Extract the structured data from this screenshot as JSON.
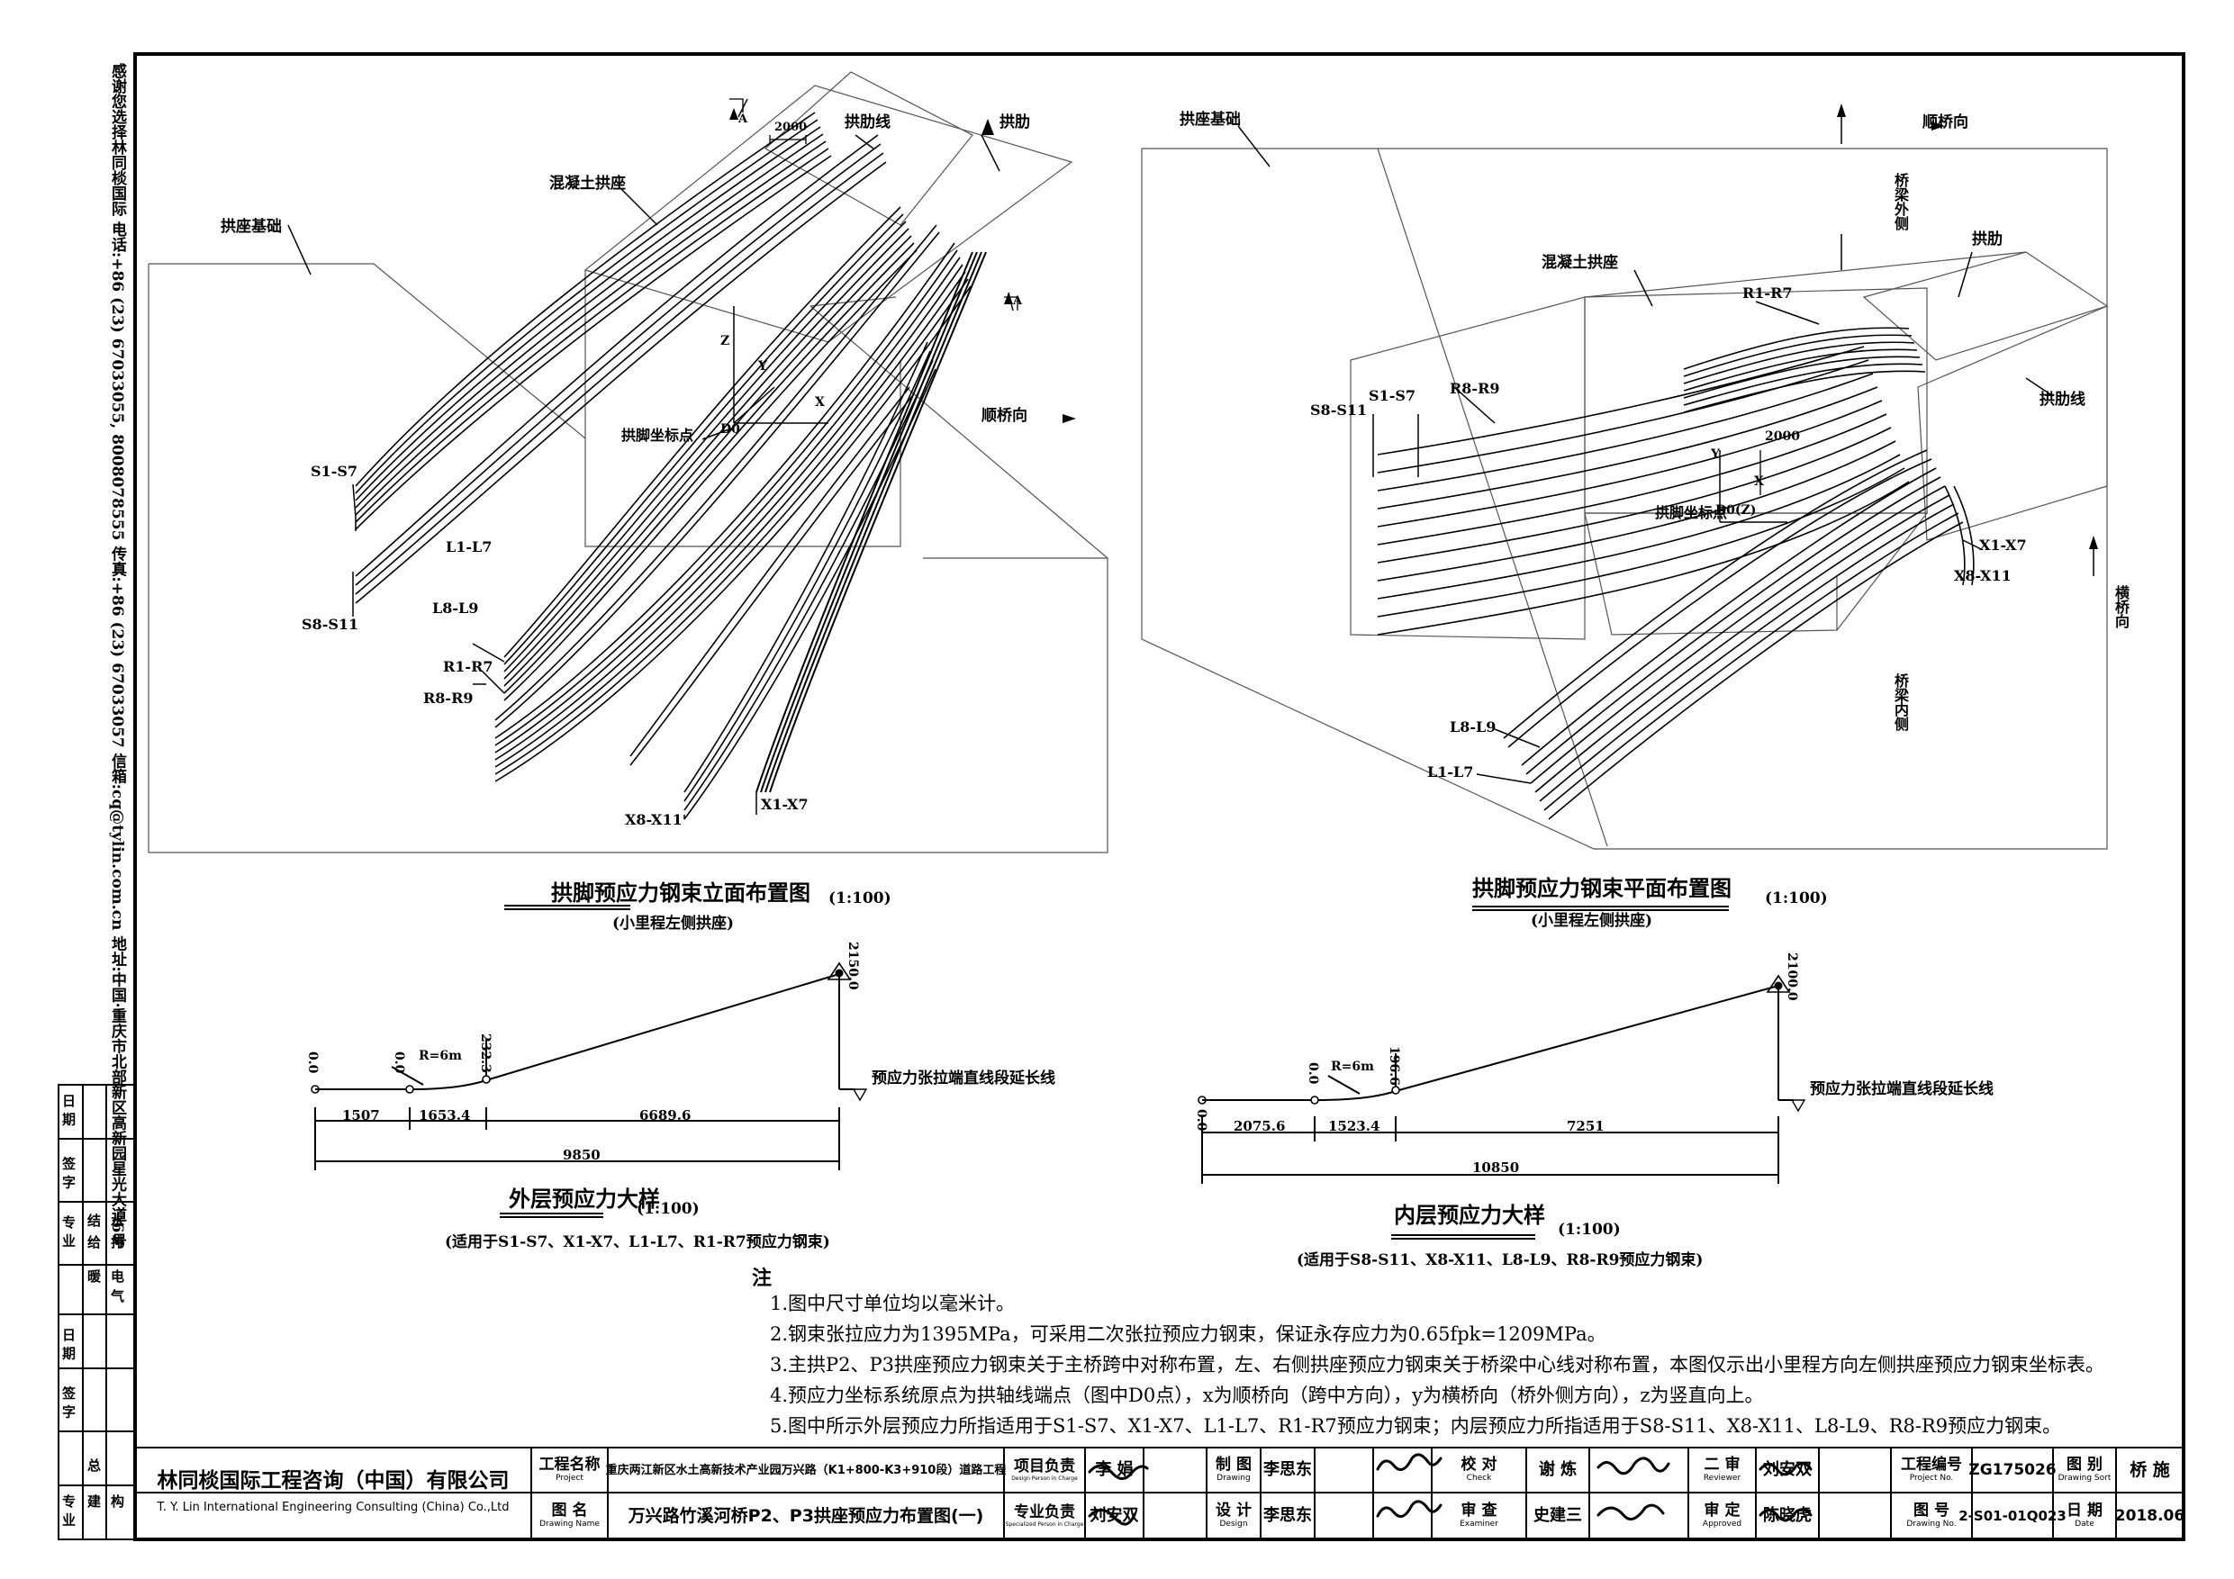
{
  "address_strip": "感谢您选择林同棪国际   电话:+86 (23) 67033055, 8008078555 传真:+86 (23) 67033057 信箱:cq@tylin.com.cn  地址:中国·重庆市北部新区高新园星光大道6号",
  "elevation_view": {
    "title": "拱脚预应力钢束立面布置图",
    "scale": "(1:100)",
    "subtitle": "(小里程左侧拱座)",
    "labels": {
      "foundation": "拱座基础",
      "concrete_seat": "混凝土拱座",
      "arch_line": "拱肋线",
      "arch_rib": "拱肋",
      "dim_2000": "2000",
      "section_a1": "A",
      "section_a2": "A",
      "axis_z": "Z",
      "axis_y": "Y",
      "axis_x": "X",
      "origin": "D0",
      "origin_desc": "拱脚坐标点",
      "direction": "顺桥向",
      "s1_s7": "S1-S7",
      "s8_s11": "S8-S11",
      "l1_l7": "L1-L7",
      "l8_l9": "L8-L9",
      "r1_r7": "R1-R7",
      "r8_r9": "R8-R9",
      "x8_x11": "X8-X11",
      "x1_x7": "X1-X7"
    }
  },
  "plan_view": {
    "title": "拱脚预应力钢束平面布置图",
    "scale": "(1:100)",
    "subtitle": "(小里程左侧拱座)",
    "labels": {
      "foundation": "拱座基础",
      "direction": "顺桥向",
      "bridge_outer": "桥梁外侧",
      "arch_rib": "拱肋",
      "concrete_seat": "混凝土拱座",
      "r1_r7": "R1-R7",
      "r8_r9": "R8-R9",
      "s1_s7": "S1-S7",
      "s8_s11": "S8-S11",
      "arch_line": "拱肋线",
      "dim_2000": "2000",
      "axis_y": "Y",
      "axis_x": "X",
      "origin": "D0(Z)",
      "origin_desc": "拱脚坐标点",
      "x1_x7": "X1-X7",
      "x8_x11": "X8-X11",
      "transverse": "横桥向",
      "bridge_inner": "桥梁内侧",
      "l8_l9": "L8-L9",
      "l1_l7": "L1-L7"
    }
  },
  "outer_detail": {
    "title": "外层预应力大样",
    "scale": "(1:100)",
    "subtitle": "(适用于S1-S7、X1-X7、L1-L7、R1-R7预应力钢束)",
    "elev_0a": "0.0",
    "elev_0b": "0.0",
    "elev_mid": "232.3",
    "elev_end": "2150.0",
    "radius": "R=6m",
    "extension_note": "预应力张拉端直线段延长线",
    "dim1": "1507",
    "dim2": "1653.4",
    "dim3": "6689.6",
    "total": "9850"
  },
  "inner_detail": {
    "title": "内层预应力大样",
    "scale": "(1:100)",
    "subtitle": "(适用于S8-S11、X8-X11、L8-L9、R8-R9预应力钢束)",
    "elev_0a": "0.0",
    "elev_0b": "0.0",
    "elev_mid": "196.6",
    "elev_end": "2100.0",
    "radius": "R=6m",
    "extension_note": "预应力张拉端直线段延长线",
    "dim1": "2075.6",
    "dim2": "1523.4",
    "dim3": "7251",
    "total": "10850"
  },
  "notes": {
    "head": "注",
    "items": [
      "1.图中尺寸单位均以毫米计。",
      "2.钢束张拉应力为1395MPa，可采用二次张拉预应力钢束，保证永存应力为0.65fpk=1209MPa。",
      "3.主拱P2、P3拱座预应力钢束关于主桥跨中对称布置，左、右侧拱座预应力钢束关于桥梁中心线对称布置，本图仅示出小里程方向左侧拱座预应力钢束坐标表。",
      "4.预应力坐标系统原点为拱轴线端点（图中D0点），x为顺桥向（跨中方向），y为横桥向（桥外侧方向），z为竖直向上。",
      "5.图中所示外层预应力所指适用于S1-S7、X1-X7、L1-L7、R1-R7预应力钢束；内层预应力所指适用于S8-S11、X8-X11、L8-L9、R8-R9预应力钢束。"
    ]
  },
  "left_signature_block": {
    "date1": "日 期",
    "sign1": "签 字",
    "prof1": "专 业",
    "row_jie": "结",
    "row_gei": "给",
    "row_nuan": "暖",
    "row_shui": "水",
    "row_pai": "排",
    "row_dian": "电",
    "row_qi": "气",
    "date2": "日 期",
    "sign2": "签 字",
    "prof2": "专 业",
    "row_zong": "总",
    "row_jian": "建",
    "row_jiegou": "构"
  },
  "title_block": {
    "company_cn": "林同棪国际工程咨询（中国）有限公司",
    "company_en": "T. Y. Lin International Engineering Consulting (China) Co.,Ltd",
    "project_label": "工程名称",
    "project_label_en": "Project",
    "project_name": "重庆两江新区水土高新技术产业园万兴路（K1+800-K3+910段）道路工程",
    "drawing_label": "图  名",
    "drawing_label_en": "Drawing Name",
    "drawing_name": "万兴路竹溪河桥P2、P3拱座预应力布置图(一)",
    "pic_label": "项目负责",
    "pic_label_en": "Design Person in Charge",
    "pic_name": "李  娟",
    "spec_label": "专业负责",
    "spec_label_en": "Specialized Person in Charge",
    "spec_name": "刘安双",
    "drawn_label": "制  图",
    "drawn_label_en": "Drawing",
    "drawn_name": "李思东",
    "design_label": "设  计",
    "design_label_en": "Design",
    "design_name": "李思东",
    "check_label": "校  对",
    "check_label_en": "Check",
    "check_name": "谢  炼",
    "exam_label": "审  查",
    "exam_label_en": "Examiner",
    "exam_name": "史建三",
    "review_label": "二  审",
    "review_label_en": "Reviewer",
    "review_name": "刘安双",
    "approve_label": "审  定",
    "approve_label_en": "Approved",
    "approve_name": "陈晓虎",
    "projno_label": "工程编号",
    "projno_label_en": "Project No.",
    "projno": "ZG175026",
    "sort_label": "图  别",
    "sort_label_en": "Drawing Sort",
    "sort": "桥  施",
    "drawno_label": "图  号",
    "drawno_label_en": "Drawing No.",
    "drawno": "2-S01-01Q023",
    "date_label": "日  期",
    "date_label_en": "Date",
    "date": "2018.06"
  }
}
